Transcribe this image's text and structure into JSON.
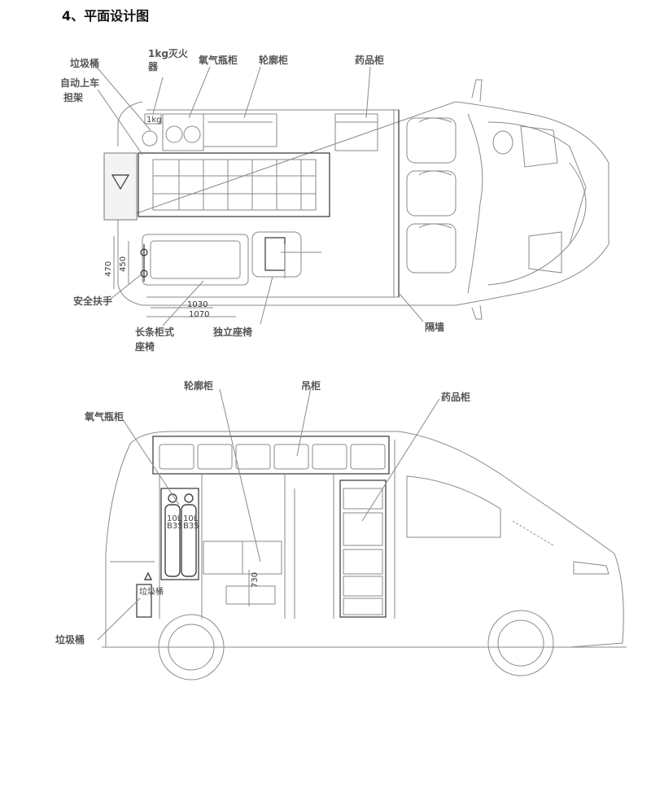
{
  "page": {
    "title": "4、平面设计图"
  },
  "top_view": {
    "labels": {
      "trash_bin": "垃圾桶",
      "extinguisher_line1": "1kg灭火",
      "extinguisher_line2": "器",
      "oxygen_cabinet": "氧气瓶柜",
      "wheel_arch_cabinet": "轮廓柜",
      "medicine_cabinet": "药品柜",
      "stretcher_rack_line1": "自动上车",
      "stretcher_rack_line2": "担架",
      "handrail": "安全扶手",
      "bench_line1": "长条柜式",
      "bench_line2": "座椅",
      "single_seat": "独立座椅",
      "partition": "隔墙",
      "extinguisher_tag": "1kg"
    },
    "dimensions": {
      "d470": "470",
      "d450": "450",
      "d1030": "1030",
      "d1070": "1070"
    }
  },
  "side_view": {
    "labels": {
      "wheel_arch_cabinet": "轮廓柜",
      "hanging_cabinet": "吊柜",
      "medicine_cabinet": "药品柜",
      "oxygen_cabinet": "氧气瓶柜",
      "trash_bin": "垃圾桶",
      "tank_volume_1": "10L",
      "tank_volume_2": "10L",
      "tank_code_1": "B35",
      "tank_code_2": "B35",
      "bin_text": "垃圾桶"
    },
    "dimensions": {
      "d730": "730"
    }
  }
}
